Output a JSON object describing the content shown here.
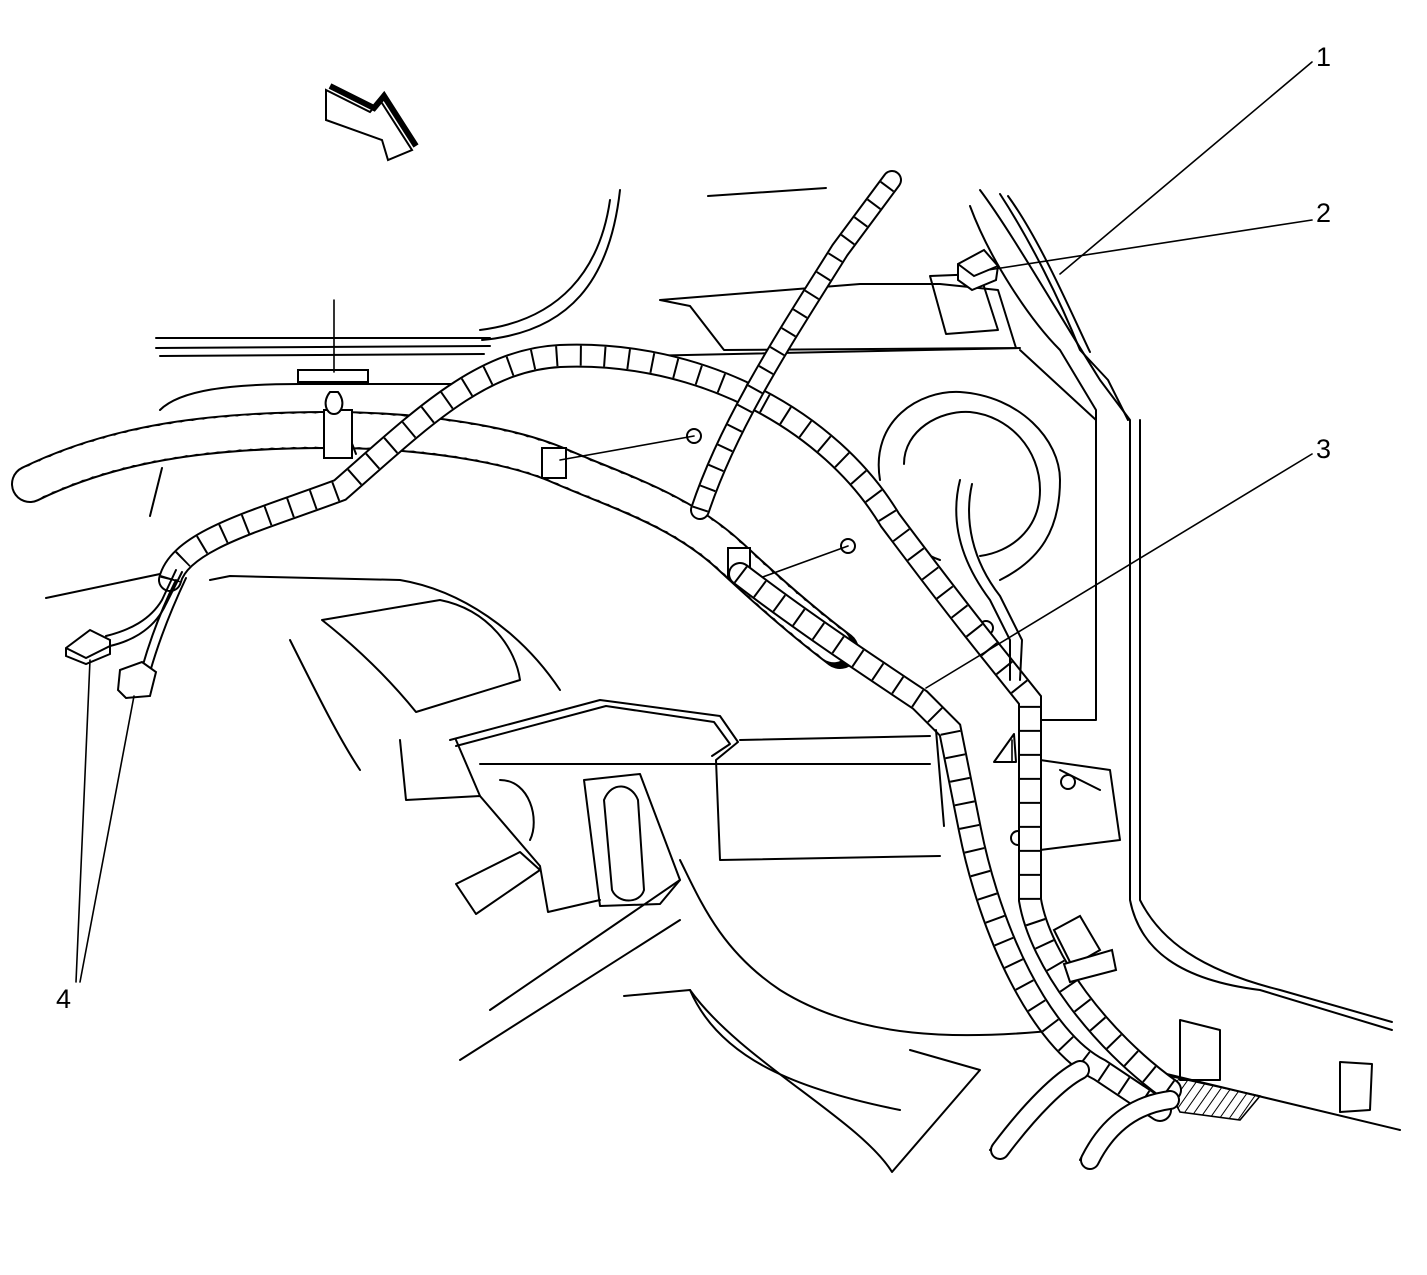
{
  "colors": {
    "ink": "#000000",
    "paper": "#ffffff"
  },
  "icons": {
    "direction_arrow": "forward-arrow-icon"
  },
  "callouts": [
    {
      "id": "1",
      "label": "1"
    },
    {
      "id": "2",
      "label": "2"
    },
    {
      "id": "3",
      "label": "3"
    },
    {
      "id": "4",
      "label": "4"
    }
  ]
}
